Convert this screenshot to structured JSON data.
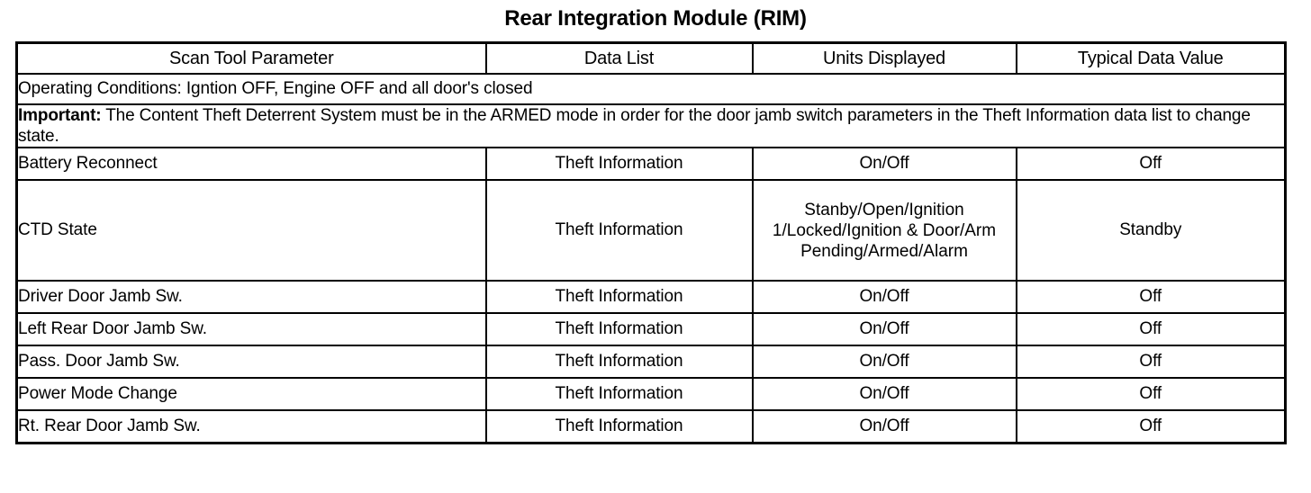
{
  "document": {
    "title": "Rear Integration Module (RIM)"
  },
  "table": {
    "headers": [
      "Scan Tool Parameter",
      "Data List",
      "Units Displayed",
      "Typical Data Value"
    ],
    "operating_conditions": "Operating Conditions: Igntion OFF, Engine OFF and all door's closed",
    "important": {
      "label": "Important:",
      "text": " The Content Theft Deterrent System must be in the ARMED mode in order for the door jamb switch parameters in the Theft Information data list to change state."
    },
    "rows": [
      {
        "parameter": "Battery Reconnect",
        "data_list": "Theft Information",
        "units": "On/Off",
        "typical": "Off"
      },
      {
        "parameter": "CTD State",
        "data_list": "Theft Information",
        "units": "Stanby/Open/Ignition 1/Locked/Ignition & Door/Arm Pending/Armed/Alarm",
        "typical": "Standby"
      },
      {
        "parameter": "Driver Door Jamb Sw.",
        "data_list": "Theft Information",
        "units": "On/Off",
        "typical": "Off"
      },
      {
        "parameter": "Left Rear Door Jamb Sw.",
        "data_list": "Theft Information",
        "units": "On/Off",
        "typical": "Off"
      },
      {
        "parameter": "Pass. Door Jamb Sw.",
        "data_list": "Theft Information",
        "units": "On/Off",
        "typical": "Off"
      },
      {
        "parameter": "Power Mode Change",
        "data_list": "Theft Information",
        "units": "On/Off",
        "typical": "Off"
      },
      {
        "parameter": "Rt. Rear Door Jamb Sw.",
        "data_list": "Theft Information",
        "units": "On/Off",
        "typical": "Off"
      }
    ]
  }
}
